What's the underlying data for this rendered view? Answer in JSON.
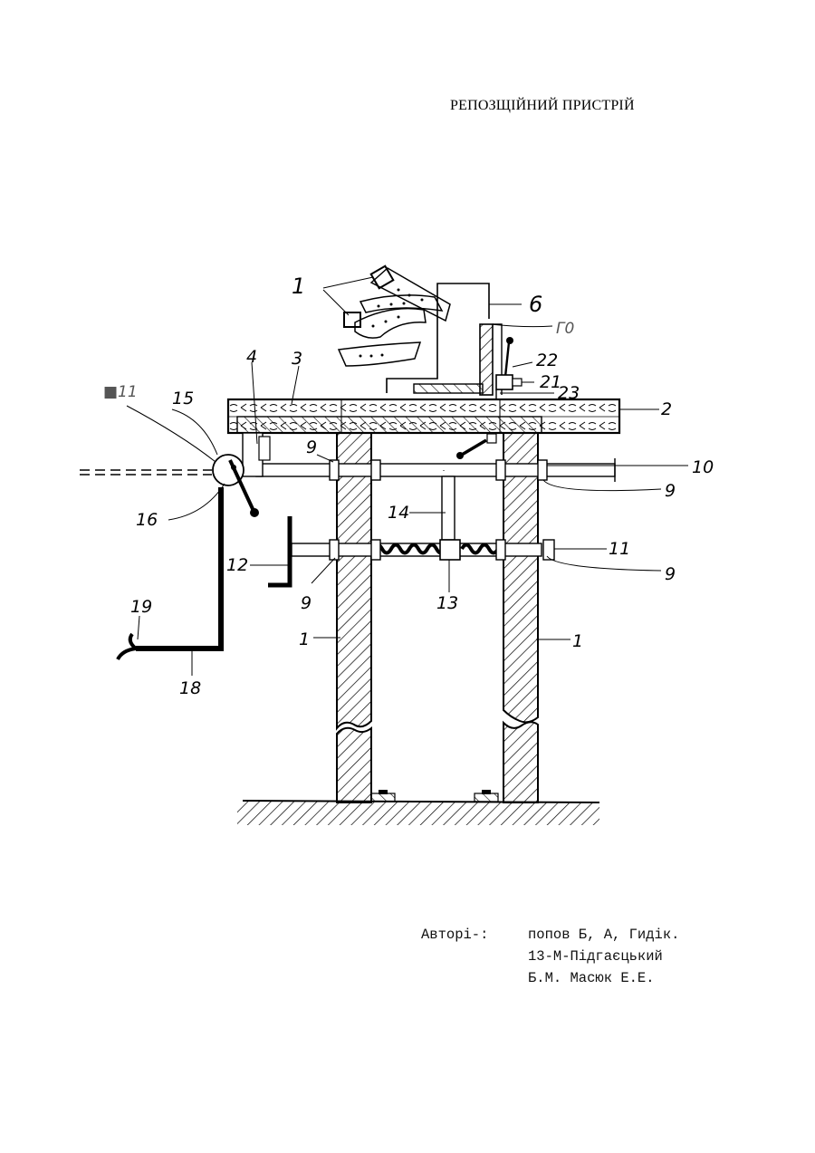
{
  "title": "РЕПОЗЩІЙНИЙ ПРИСТРІЙ",
  "labels": {
    "l1_top": "1",
    "l6": "6",
    "l20": "Г0",
    "l22": "22",
    "l21": "21",
    "l23": "23",
    "l2": "2",
    "l3": "3",
    "l4": "4",
    "l15": "15",
    "l11_top": "■11",
    "l9_a": "9",
    "l10": "10",
    "l9_b": "9",
    "l16": "16",
    "l14": "14",
    "l11": "11",
    "l9_c": "9",
    "l12": "12",
    "l9_d": "9",
    "l13": "13",
    "l19": "19",
    "l1_left": "1",
    "l1_right": "1",
    "l18": "18"
  },
  "authors": {
    "label": "Авторі-:",
    "line1": "попов Б, А, Гидік.",
    "line2": "13-М-Підгаєцький",
    "line3": "Б.М. Масюк Е.Е."
  }
}
